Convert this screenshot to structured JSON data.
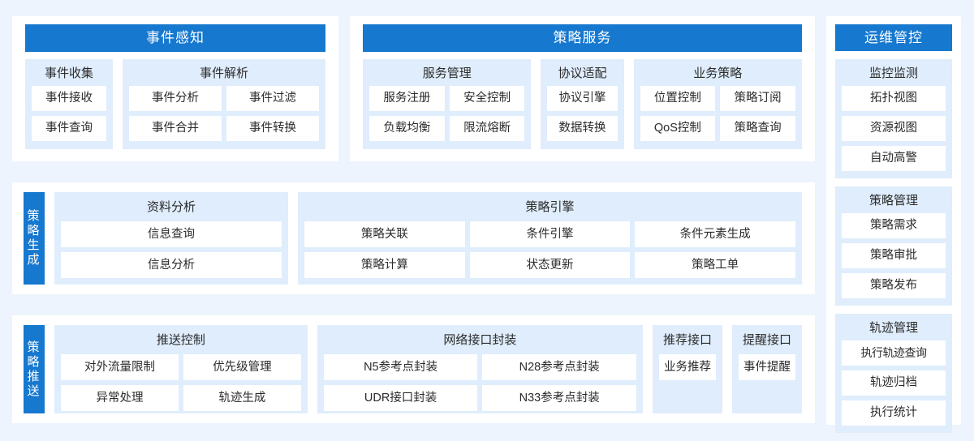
{
  "theme": {
    "page_bg": "#eef4fd",
    "card_bg": "#ffffff",
    "banner_blue": "#1678cf",
    "group_bg": "#dfedfc",
    "text": "#2b2b2b"
  },
  "row1": {
    "event_sense": {
      "banner": "事件感知",
      "groups": [
        {
          "title": "事件收集",
          "items": [
            "事件接收",
            "事件查询"
          ]
        },
        {
          "title": "事件解析",
          "items": [
            "事件分析",
            "事件过滤",
            "事件合并",
            "事件转换"
          ]
        }
      ]
    },
    "policy_service": {
      "banner": "策略服务",
      "groups": [
        {
          "title": "服务管理",
          "items": [
            "服务注册",
            "安全控制",
            "负载均衡",
            "限流熔断"
          ]
        },
        {
          "title": "协议适配",
          "items": [
            "协议引擎",
            "数据转换"
          ]
        },
        {
          "title": "业务策略",
          "items": [
            "位置控制",
            "策略订阅",
            "QoS控制",
            "策略查询"
          ]
        }
      ]
    }
  },
  "row2": {
    "tab": "策略生成",
    "groups": [
      {
        "title": "资料分析",
        "items": [
          "信息查询",
          "信息分析"
        ]
      },
      {
        "title": "策略引擎",
        "items": [
          "策略关联",
          "条件引擎",
          "条件元素生成",
          "策略计算",
          "状态更新",
          "策略工单"
        ]
      }
    ]
  },
  "row3": {
    "tab": "策略推送",
    "groups": [
      {
        "title": "推送控制",
        "items": [
          "对外流量限制",
          "优先级管理",
          "异常处理",
          "轨迹生成"
        ]
      },
      {
        "title": "网络接口封装",
        "items": [
          "N5参考点封装",
          "N28参考点封装",
          "UDR接口封装",
          "N33参考点封装"
        ]
      },
      {
        "title": "推荐接口",
        "items": [
          "业务推荐"
        ]
      },
      {
        "title": "提醒接口",
        "items": [
          "事件提醒"
        ]
      }
    ]
  },
  "right_col": {
    "banner": "运维管控",
    "groups": [
      {
        "title": "监控监测",
        "items": [
          "拓扑视图",
          "资源视图",
          "自动高警"
        ]
      },
      {
        "title": "策略管理",
        "items": [
          "策略需求",
          "策略审批",
          "策略发布"
        ]
      },
      {
        "title": "轨迹管理",
        "items": [
          "执行轨迹查询",
          "轨迹归档",
          "执行统计"
        ]
      }
    ]
  }
}
